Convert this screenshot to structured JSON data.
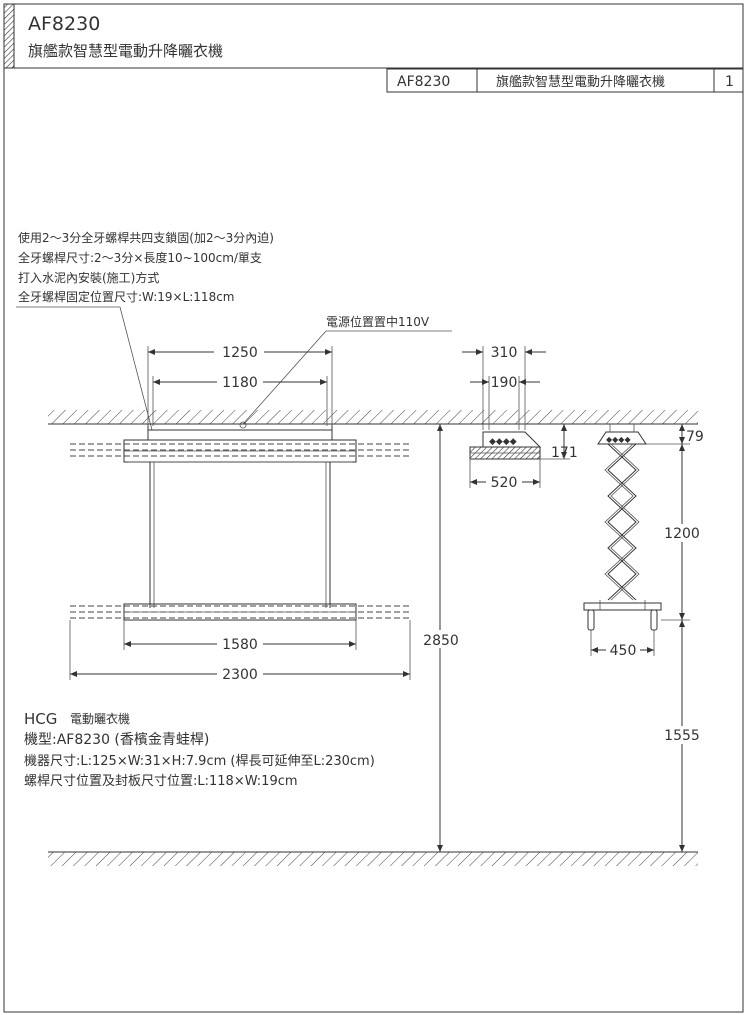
{
  "header": {
    "model": "AF8230",
    "name": "旗艦款智慧型電動升降曬衣機"
  },
  "title_block": {
    "model": "AF8230",
    "name": "旗艦款智慧型電動升降曬衣機",
    "sheet_no": "1"
  },
  "install_notes": [
    "使用2～3分全牙螺桿共四支鎖固(加2～3分內迫)",
    "全牙螺桿尺寸:2～3分×長度10~100cm/單支",
    "打入水泥內安裝(施工)方式",
    "全牙螺桿固定位置尺寸:W:19×L:118cm"
  ],
  "power_label": "電源位置置中110V",
  "dimensions": {
    "overall_width": "1250",
    "inner_width": "1180",
    "rack_width": "1580",
    "extended_width": "2300",
    "side_top": "310",
    "side_inner": "190",
    "side_base": "520",
    "side_height": "171",
    "motor_height": "79",
    "lift_range": "1200",
    "bar_width": "450",
    "floor_to_ceiling": "2850",
    "floor_to_bar": "1555"
  },
  "spec": {
    "brand": "HCG",
    "product": "電動曬衣機",
    "model_line": "機型:AF8230 (香檳金青蛙桿)",
    "size_line": "機器尺寸:L:125×W:31×H:7.9cm (桿長可延伸至L:230cm)",
    "screw_line": "螺桿尺寸位置及封板尺寸位置:L:118×W:19cm"
  }
}
